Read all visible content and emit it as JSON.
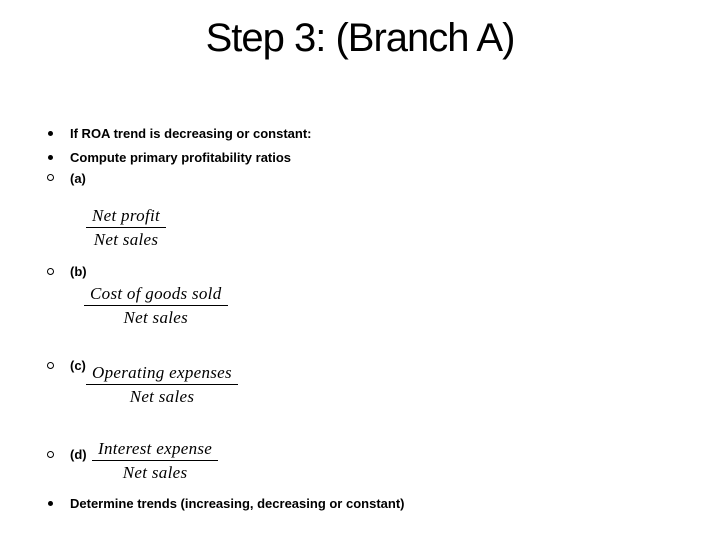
{
  "slide": {
    "title": "Step 3: (Branch A)",
    "bullets": [
      {
        "marker": "dot",
        "text": "If ROA trend is decreasing or constant:"
      },
      {
        "marker": "dot",
        "text": "Compute primary profitability ratios"
      },
      {
        "marker": "circle",
        "text": "(a)"
      },
      {
        "marker": "circle",
        "text": "(b)"
      },
      {
        "marker": "circle",
        "text": "(c)"
      },
      {
        "marker": "circle",
        "text": "(d)"
      },
      {
        "marker": "dot",
        "text": "Determine trends (increasing, decreasing or constant)"
      }
    ],
    "fractions": [
      {
        "label": "a",
        "numerator": "Net profit",
        "denominator": "Net sales"
      },
      {
        "label": "b",
        "numerator": "Cost of goods sold",
        "denominator": "Net sales"
      },
      {
        "label": "c",
        "numerator": "Operating expenses",
        "denominator": "Net sales"
      },
      {
        "label": "d",
        "numerator": "Interest expense",
        "denominator": "Net sales"
      }
    ],
    "colors": {
      "background": "#ffffff",
      "text": "#000000"
    }
  }
}
